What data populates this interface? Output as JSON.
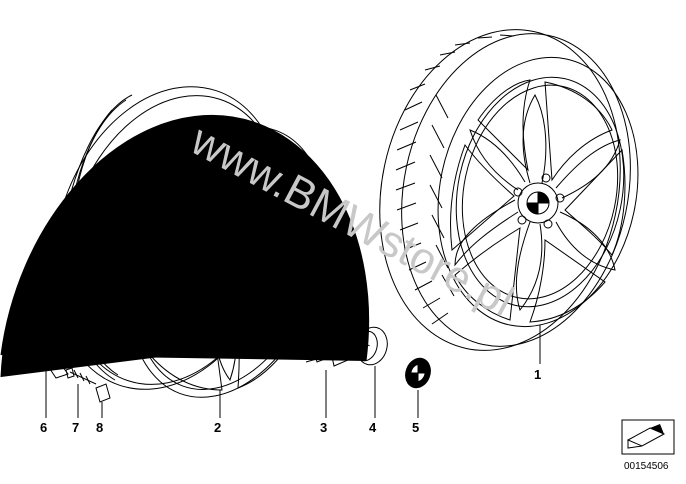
{
  "watermark": "www.BMWstore.pl",
  "diagram_number": "00154506",
  "parts": [
    {
      "number": "1",
      "item": "tyre-wheel-assembly"
    },
    {
      "number": "2",
      "item": "light-alloy-rim"
    },
    {
      "number": "3",
      "item": "wheel-bolt"
    },
    {
      "number": "4",
      "item": "hub-cap-insert"
    },
    {
      "number": "5",
      "item": "roundel-emblem"
    },
    {
      "number": "6",
      "item": "valve"
    },
    {
      "number": "7",
      "item": "valve-core"
    },
    {
      "number": "8",
      "item": "valve-cap"
    }
  ],
  "colors": {
    "line": "#000000",
    "watermark": "#c8c8c8",
    "background": "#ffffff"
  }
}
